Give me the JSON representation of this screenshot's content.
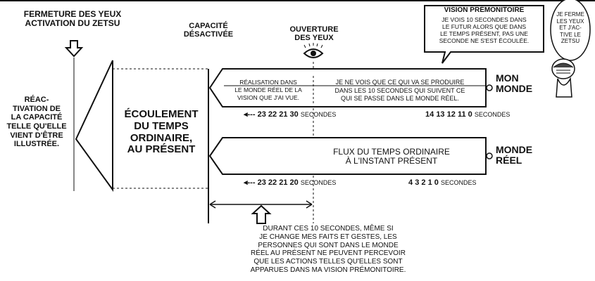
{
  "labels": {
    "close_eyes": [
      "Fermeture des yeux",
      "activation du Zetsu"
    ],
    "capacity_off": [
      "Capacité",
      "désactivée"
    ],
    "eyes_open": [
      "Ouverture",
      "des yeux"
    ],
    "reactivation": [
      "Réac-",
      "tivation de",
      "la capacité",
      "telle qu'elle",
      "vient d'être",
      "illustrée."
    ],
    "ordinary_flow": [
      "Écoulement",
      "du temps",
      "ordinaire,",
      "au présent"
    ],
    "realisation": [
      "Réalisation dans",
      "le monde réel de la",
      "vision que j'ai vue."
    ],
    "see_future": [
      "Je ne vois que ce qui va se produire",
      "dans les 10 secondes qui suivent ce",
      "qui se passe dans le monde réel."
    ],
    "my_world": [
      "Mon",
      "monde"
    ],
    "real_world": [
      "Monde",
      "réel"
    ],
    "flux": [
      "Flux du temps ordinaire",
      "à l'instant présent"
    ],
    "during": [
      "Durant ces 10 secondes, même si",
      "je change mes faits et gestes, les",
      "personnes qui sont dans le monde",
      "réel au présent ne peuvent percevoir",
      "que les actions telles qu'elles sont",
      "apparues dans ma vision prémonitoire."
    ],
    "vision_title": "Vision prémonitoire",
    "vision_body": [
      "Je vois 10 secondes dans",
      "le futur alors que dans",
      "le temps présent, pas une",
      "seconde ne s'est écoulée."
    ],
    "i_close": [
      "Je ferme",
      "les yeux",
      "et j'ac-",
      "tive le",
      "Zetsu"
    ]
  },
  "timeline_top": {
    "arrow": "◂---",
    "left_numbers": [
      "23",
      "22",
      "21",
      "30"
    ],
    "right_numbers": [
      "14",
      "13",
      "12",
      "11",
      "0"
    ],
    "unit": "secondes"
  },
  "timeline_bottom": {
    "arrow": "◂---",
    "left_numbers": [
      "23",
      "22",
      "21",
      "20"
    ],
    "right_numbers": [
      "4",
      "3",
      "2",
      "1",
      "0"
    ],
    "unit": "secondes"
  }
}
